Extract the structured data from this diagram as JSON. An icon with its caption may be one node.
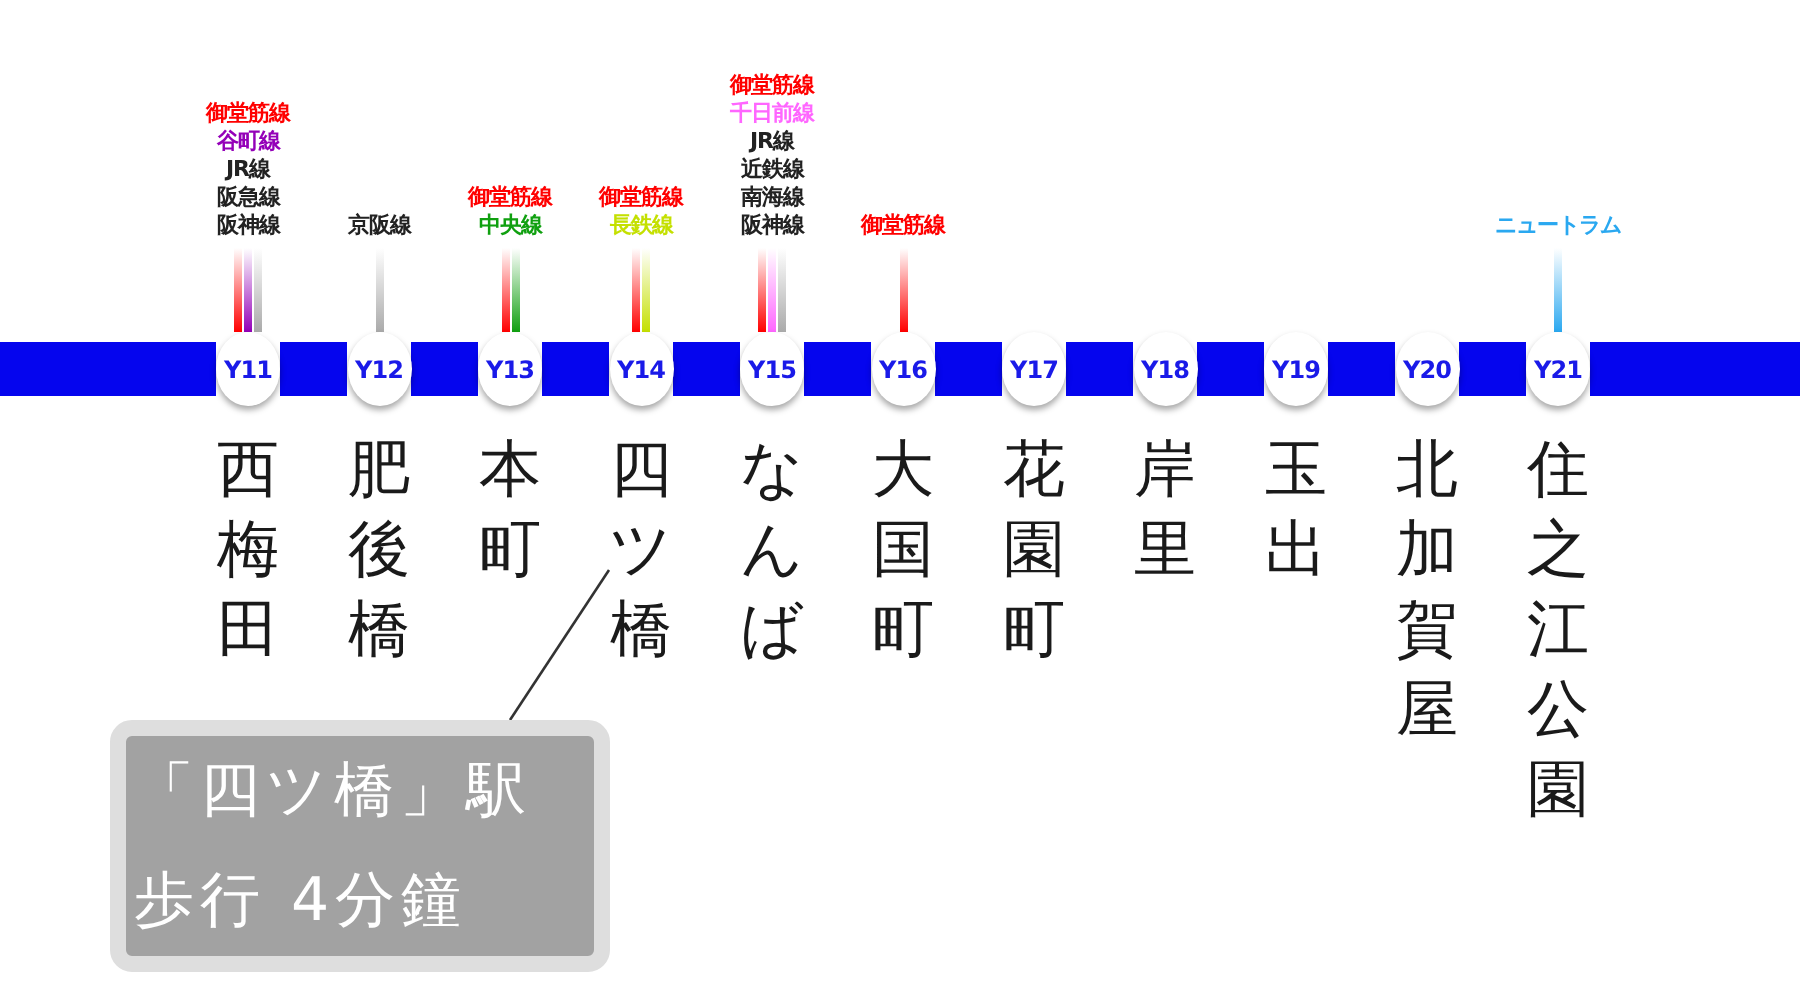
{
  "diagram": {
    "nodes": [
      {
        "text": [
          "Y11"
        ],
        "beside": [
          "御堂筋線",
          "谷町線",
          "JR線",
          "阪急線",
          "阪神線",
          "西梅田"
        ]
      },
      {
        "text": [
          "Y12"
        ],
        "beside": [
          "京阪線",
          "肥後橋"
        ]
      },
      {
        "text": [
          "Y13"
        ],
        "beside": [
          "御堂筋線",
          "中央線",
          "本町"
        ]
      },
      {
        "text": [
          "Y14"
        ],
        "beside": [
          "御堂筋線",
          "長鉄線",
          "四ツ橋"
        ]
      },
      {
        "text": [
          "Y15"
        ],
        "beside": [
          "御堂筋線",
          "千日前線",
          "JR線",
          "近鉄線",
          "南海線",
          "阪神線",
          "なんば"
        ]
      },
      {
        "text": [
          "Y16"
        ],
        "beside": [
          "御堂筋線",
          "大国町"
        ]
      },
      {
        "text": [
          "Y17"
        ],
        "beside": [
          "花園町"
        ]
      },
      {
        "text": [
          "Y18"
        ],
        "beside": [
          "岸里"
        ]
      },
      {
        "text": [
          "Y19"
        ],
        "beside": [
          "玉出"
        ]
      },
      {
        "text": [
          "Y20"
        ],
        "beside": [
          "北加賀屋"
        ]
      },
      {
        "text": [
          "Y21"
        ],
        "beside": [
          "ニュートラム",
          "住之江公園"
        ]
      },
      {
        "text": [
          "「四ツ橋」駅",
          "歩行 4分鐘"
        ]
      }
    ],
    "edges": [
      {
        "from": null,
        "to": 0,
        "arrow": "none"
      },
      {
        "from": 0,
        "to": 1,
        "arrow": "none"
      },
      {
        "from": 1,
        "to": 2,
        "arrow": "none"
      },
      {
        "from": 2,
        "to": 3,
        "arrow": "none"
      },
      {
        "from": 3,
        "to": 4,
        "arrow": "none"
      },
      {
        "from": 4,
        "to": 5,
        "arrow": "none"
      },
      {
        "from": 5,
        "to": 6,
        "arrow": "none"
      },
      {
        "from": 6,
        "to": 7,
        "arrow": "none"
      },
      {
        "from": 7,
        "to": 8,
        "arrow": "none"
      },
      {
        "from": 8,
        "to": 9,
        "arrow": "none"
      },
      {
        "from": 9,
        "to": 10,
        "arrow": "none"
      },
      {
        "from": 10,
        "to": null,
        "arrow": "none"
      },
      {
        "from": 11,
        "to": 3,
        "arrow": "none",
        "color": "#333333"
      }
    ]
  }
}
